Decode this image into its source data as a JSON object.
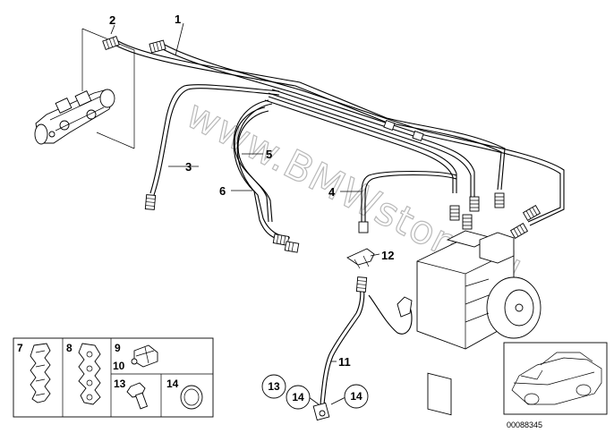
{
  "diagram": {
    "callouts": [
      {
        "id": "c1",
        "label": "1"
      },
      {
        "id": "c2",
        "label": "2"
      },
      {
        "id": "c3",
        "label": "3"
      },
      {
        "id": "c4",
        "label": "4"
      },
      {
        "id": "c5",
        "label": "5"
      },
      {
        "id": "c6",
        "label": "6"
      },
      {
        "id": "c11",
        "label": "11"
      },
      {
        "id": "c12",
        "label": "12"
      }
    ],
    "circled_callouts": [
      {
        "id": "cc13",
        "label": "13"
      },
      {
        "id": "cc14a",
        "label": "14"
      },
      {
        "id": "cc14b",
        "label": "14"
      }
    ],
    "parts_table": {
      "cells": [
        {
          "id": "t7",
          "label": "7"
        },
        {
          "id": "t8",
          "label": "8"
        },
        {
          "id": "t9",
          "label": "9"
        },
        {
          "id": "t10",
          "label": "10"
        },
        {
          "id": "t13",
          "label": "13"
        },
        {
          "id": "t14",
          "label": "14"
        }
      ]
    },
    "watermark": "www.BMWstore.pl",
    "reference_code": "00088345"
  }
}
